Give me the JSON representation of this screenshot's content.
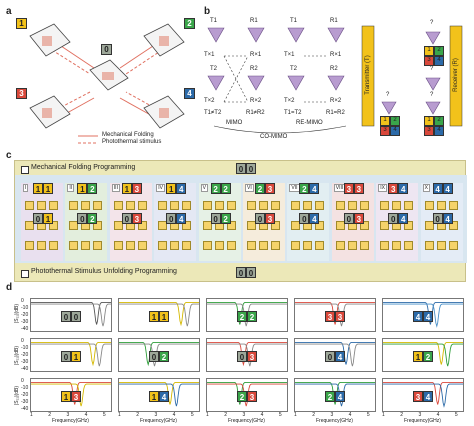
{
  "panel_labels": {
    "a": "a",
    "b": "b",
    "c": "c",
    "d": "d"
  },
  "panel_a": {
    "states": [
      "1",
      "2",
      "0",
      "3",
      "4"
    ],
    "legend": {
      "solid": "Mechanical Folding",
      "dashed": "Photothermal stimulus"
    }
  },
  "panel_b": {
    "mimo": {
      "t1": "T1",
      "r1": "R1",
      "t2": "T2",
      "r2": "R2",
      "tx1": "T×1",
      "rx1": "R×1",
      "tx2": "T×2",
      "rx2": "R×2",
      "cond": "T1≠T2",
      "cond2": "R1≠R2",
      "name": "MIMO"
    },
    "remimo": {
      "t1": "T1",
      "r1": "R1",
      "t2": "T2",
      "r2": "R2",
      "tx1": "T×1",
      "rx1": "R×1",
      "tx2": "T×2",
      "rx2": "R×2",
      "cond": "T1=T2",
      "cond2": "R1=R2",
      "name": "RE-MIMO"
    },
    "co_mimo": "CO-MIMO",
    "transmitter": "Transmitter (T)",
    "receiver": "Receiver (R)",
    "unknown": "?"
  },
  "panel_c": {
    "top_label": "Mechanical Folding Programming",
    "bottom_label": "Photothermal Stimulus Unfolding Programming",
    "top_state": [
      "0",
      "0"
    ],
    "bottom_state": [
      "0",
      "0"
    ],
    "columns": [
      {
        "roman": "I",
        "state": [
          "1",
          "1"
        ]
      },
      {
        "roman": "II",
        "state": [
          "1",
          "2"
        ]
      },
      {
        "roman": "III",
        "state": [
          "1",
          "3"
        ]
      },
      {
        "roman": "IV",
        "state": [
          "1",
          "4"
        ]
      },
      {
        "roman": "V",
        "state": [
          "2",
          "2"
        ]
      },
      {
        "roman": "VI",
        "state": [
          "2",
          "3"
        ]
      },
      {
        "roman": "VII",
        "state": [
          "2",
          "4"
        ]
      },
      {
        "roman": "VIII",
        "state": [
          "3",
          "3"
        ]
      },
      {
        "roman": "IX",
        "state": [
          "3",
          "4"
        ]
      },
      {
        "roman": "X",
        "state": [
          "4",
          "4"
        ]
      }
    ],
    "mid_states": [
      [
        "0",
        "1"
      ],
      [
        "0",
        "2"
      ],
      [
        "0",
        "3"
      ],
      [
        "0",
        "4"
      ],
      [
        "0",
        "2"
      ],
      [
        "0",
        "3"
      ],
      [
        "0",
        "4"
      ],
      [
        "0",
        "3"
      ],
      [
        "0",
        "4"
      ],
      [
        "0",
        "4"
      ]
    ]
  },
  "panel_d": {
    "ylabel": "|S₂₁|(dB)",
    "xlabel": "Frequency(GHz)",
    "yticks": [
      "0",
      "-10",
      "-20",
      "-30",
      "-40"
    ],
    "xticks": [
      "1",
      "2",
      "3",
      "4",
      "5"
    ],
    "plots": [
      {
        "state": [
          "0",
          "0"
        ],
        "colors": [
          "#555555",
          "#888888"
        ]
      },
      {
        "state": [
          "1",
          "1"
        ],
        "colors": [
          "#d4b800",
          "#888888"
        ]
      },
      {
        "state": [
          "2",
          "2"
        ],
        "colors": [
          "#2e9e3a",
          "#888888"
        ]
      },
      {
        "state": [
          "3",
          "3"
        ],
        "colors": [
          "#d9483b",
          "#888888"
        ]
      },
      {
        "state": [
          "4",
          "4"
        ],
        "colors": [
          "#2c6aa8",
          "#4a90c8"
        ]
      },
      {
        "state": [
          "0",
          "1"
        ],
        "colors": [
          "#d4b800",
          "#888888"
        ]
      },
      {
        "state": [
          "0",
          "2"
        ],
        "colors": [
          "#2e9e3a",
          "#888888"
        ]
      },
      {
        "state": [
          "0",
          "3"
        ],
        "colors": [
          "#d9483b",
          "#888888"
        ]
      },
      {
        "state": [
          "0",
          "4"
        ],
        "colors": [
          "#2c6aa8",
          "#888888"
        ]
      },
      {
        "state": [
          "1",
          "2"
        ],
        "colors": [
          "#d4b800",
          "#2e9e3a"
        ]
      },
      {
        "state": [
          "1",
          "3"
        ],
        "colors": [
          "#d9483b",
          "#d4b800"
        ]
      },
      {
        "state": [
          "1",
          "4"
        ],
        "colors": [
          "#d4b800",
          "#2c6aa8"
        ]
      },
      {
        "state": [
          "2",
          "3"
        ],
        "colors": [
          "#2e9e3a",
          "#d9483b"
        ]
      },
      {
        "state": [
          "2",
          "4"
        ],
        "colors": [
          "#2e9e3a",
          "#2c6aa8"
        ]
      },
      {
        "state": [
          "3",
          "4"
        ],
        "colors": [
          "#d9483b",
          "#2c6aa8"
        ]
      }
    ]
  },
  "colors": {
    "s0": "#9ea89a",
    "s1": "#f2c21b",
    "s2": "#3aa54a",
    "s3": "#d9483b",
    "s4": "#2c6aa8",
    "band_top": "#ece8b8",
    "band_mid": "#d8e6f0"
  }
}
